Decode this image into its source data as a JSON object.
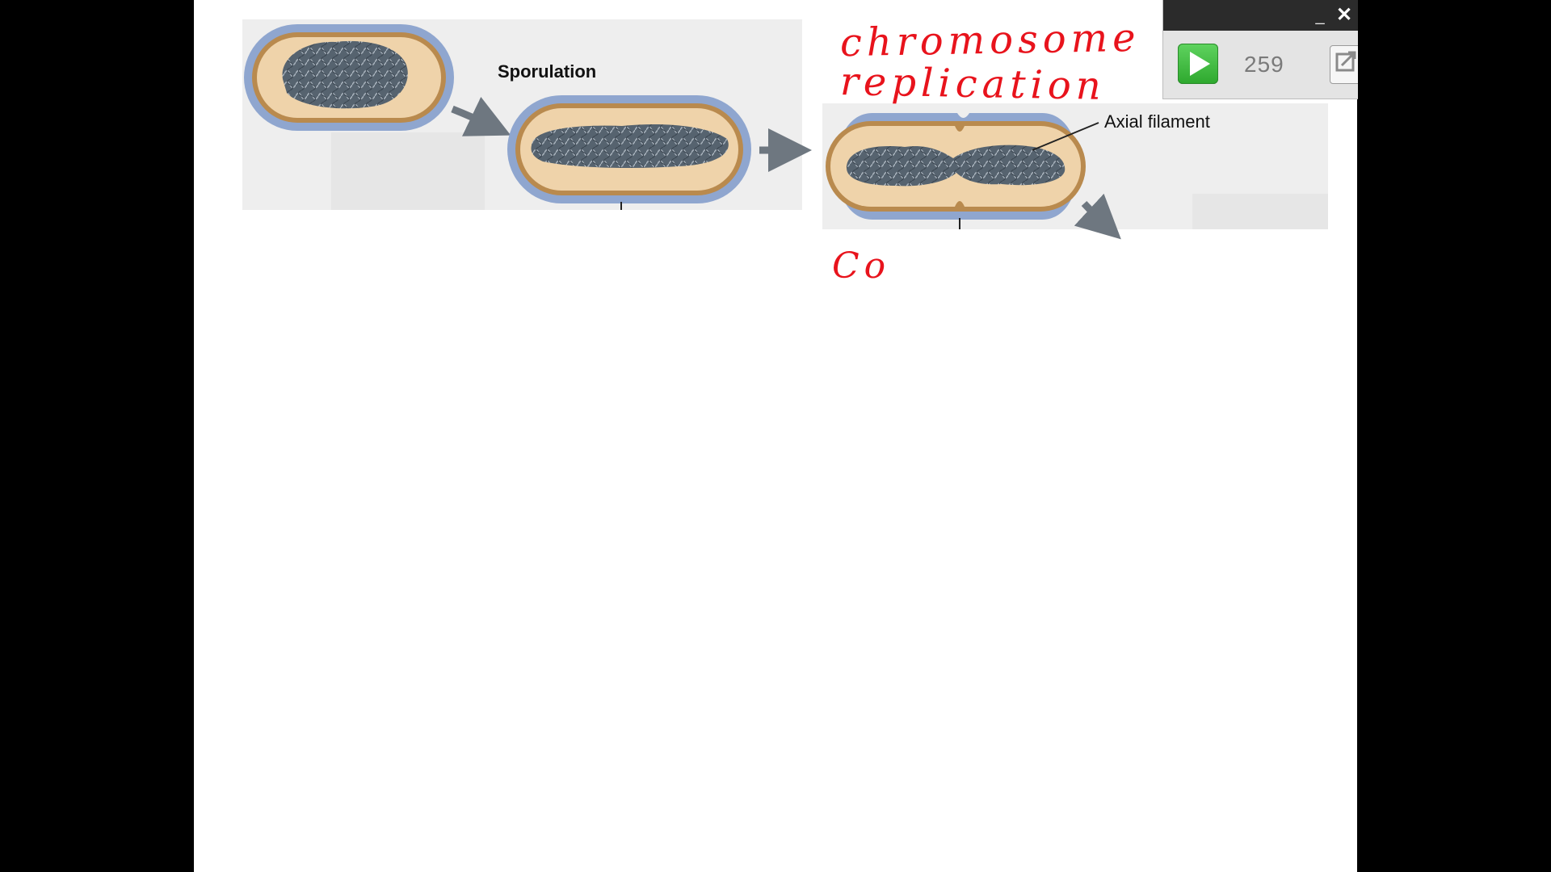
{
  "diagram": {
    "label_sporulation": "Sporulation",
    "label_axial_filament": "Axial filament"
  },
  "annotations": {
    "line1": "chromosome",
    "line2": "replication",
    "line3": "Co"
  },
  "recorder": {
    "counter": "259",
    "minimize_glyph": "_",
    "close_glyph": "✕"
  },
  "colors": {
    "handwriting_red": "#e8131c",
    "cell_wall_blue": "#8fa6cf",
    "cell_membrane_brown": "#b98a4e",
    "cytoplasm_tan": "#efd3aa",
    "chromosome_grey": "#5d6a78",
    "arrow_grey": "#6e7780",
    "play_green": "#3fbf3f"
  }
}
